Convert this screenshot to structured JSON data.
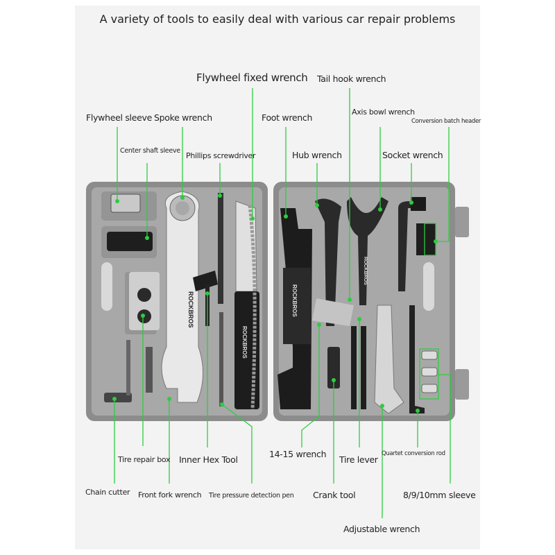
{
  "title": "A variety of tools to easily deal with various car repair problems",
  "colors": {
    "leader_line": "#2ecc40",
    "case": "#8a8a8a",
    "case_inner": "#a9a9a9",
    "background": "#f3f3f3"
  },
  "brand_marks": [
    "ROCKBROS",
    "ROCKBROS",
    "ROCKBROS",
    "ROCKBROS"
  ],
  "labels": {
    "flywheel_fixed_wrench": "Flywheel fixed wrench",
    "tail_hook_wrench": "Tail hook wrench",
    "flywheel_sleeve": "Flywheel sleeve",
    "spoke_wrench": "Spoke wrench",
    "foot_wrench": "Foot wrench",
    "axis_bowl_wrench": "Axis bowl wrench",
    "conversion_batch_header": "Conversion batch header",
    "center_shaft_sleeve": "Center shaft sleeve",
    "phillips_screwdriver": "Phillips screwdriver",
    "hub_wrench": "Hub wrench",
    "socket_wrench": "Socket wrench",
    "wrench_14_15": "14-15 wrench",
    "tire_lever": "Tire lever",
    "quartet_conversion_rod": "Quartet conversion rod",
    "tire_repair_box": "Tire repair box",
    "inner_hex_tool": "Inner Hex Tool",
    "chain_cutter": "Chain cutter",
    "front_fork_wrench": "Front fork wrench",
    "tire_pressure_detection_pen": "Tire pressure detection pen",
    "crank_tool": "Crank tool",
    "sleeve_8_9_10mm": "8/9/10mm sleeve",
    "adjustable_wrench": "Adjustable wrench"
  }
}
